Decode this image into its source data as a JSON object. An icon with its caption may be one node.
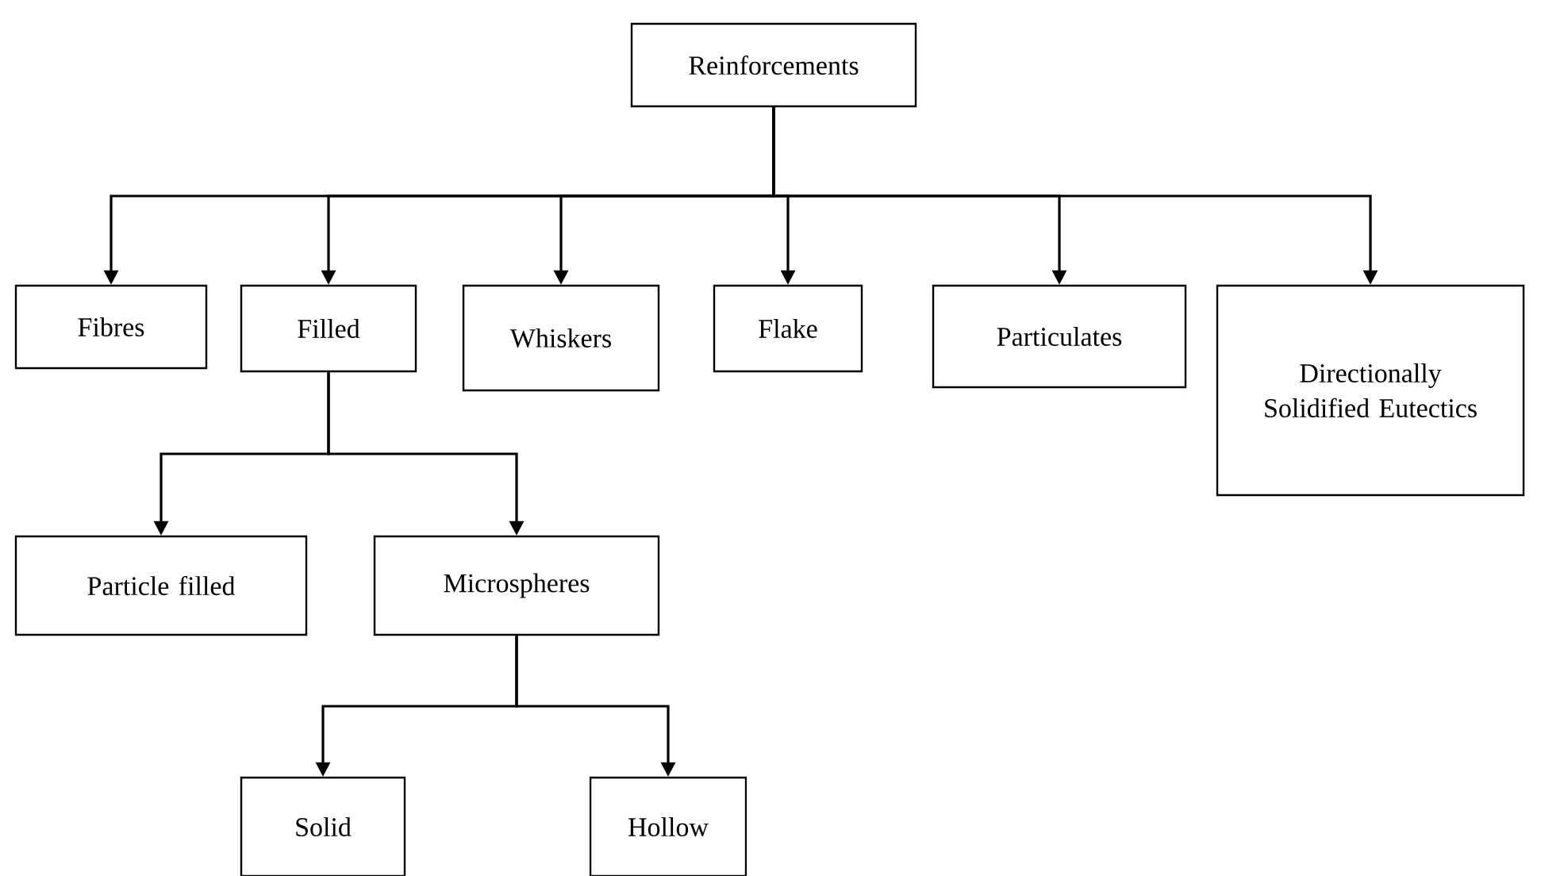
{
  "diagram": {
    "nodes": [
      {
        "text": [
          "Reinforcements"
        ]
      },
      {
        "text": [
          "Fibres"
        ]
      },
      {
        "text": [
          "Filled"
        ]
      },
      {
        "text": [
          "Whiskers"
        ]
      },
      {
        "text": [
          "Flake"
        ]
      },
      {
        "text": [
          "Particulates"
        ]
      },
      {
        "text": [
          "Directionally Solidified Eutectics"
        ]
      },
      {
        "text": [
          "Particle filled"
        ]
      },
      {
        "text": [
          "Microspheres"
        ]
      },
      {
        "text": [
          "Solid"
        ]
      },
      {
        "text": [
          "Hollow"
        ]
      }
    ],
    "edges": [
      {
        "from": 0,
        "to": 1,
        "arrow": "to"
      },
      {
        "from": 0,
        "to": 2,
        "arrow": "to"
      },
      {
        "from": 0,
        "to": 3,
        "arrow": "to"
      },
      {
        "from": 0,
        "to": 4,
        "arrow": "to"
      },
      {
        "from": 0,
        "to": 5,
        "arrow": "to"
      },
      {
        "from": 0,
        "to": 6,
        "arrow": "to"
      },
      {
        "from": 2,
        "to": 7,
        "arrow": "to"
      },
      {
        "from": 2,
        "to": 8,
        "arrow": "to"
      },
      {
        "from": 8,
        "to": 9,
        "arrow": "to"
      },
      {
        "from": 8,
        "to": 10,
        "arrow": "to"
      }
    ]
  }
}
